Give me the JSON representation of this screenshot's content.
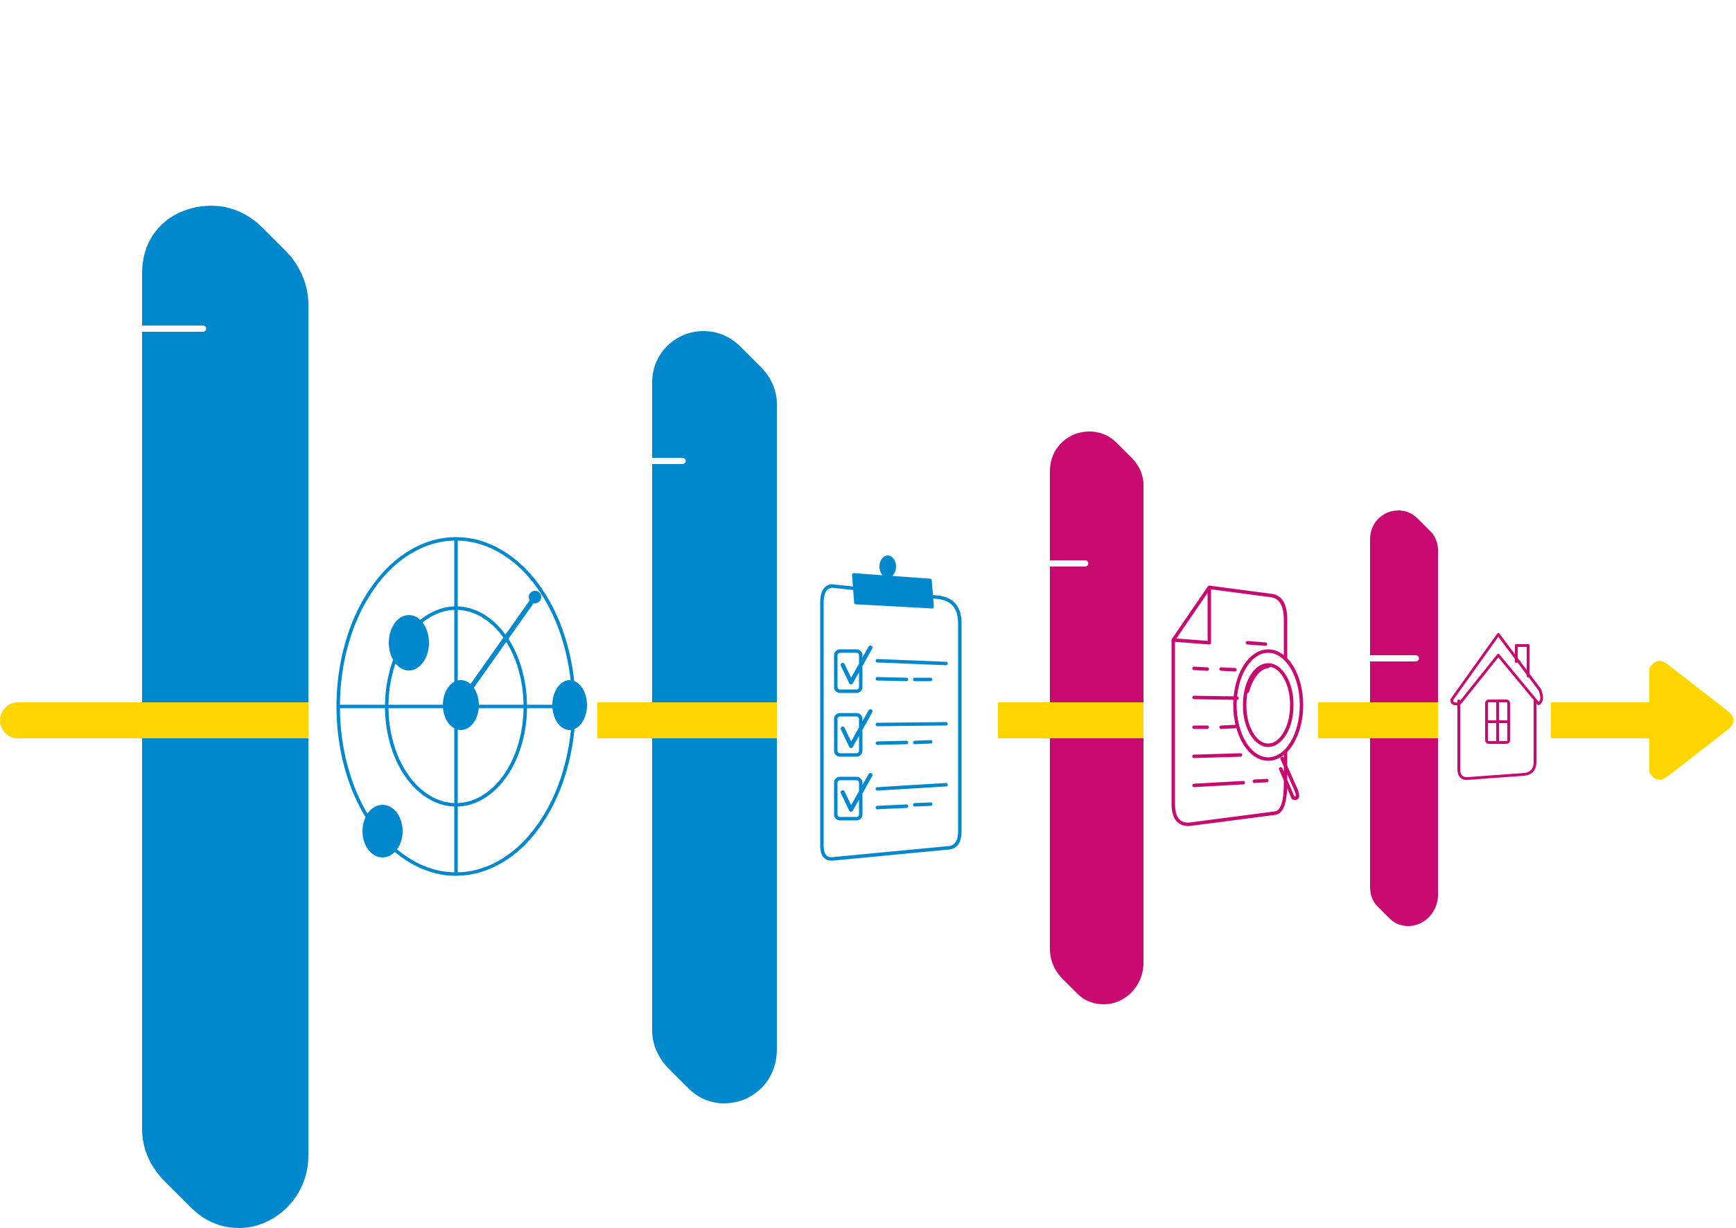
{
  "colors": {
    "blue": "#0288CC",
    "magenta": "#C80A70",
    "yellow": "#FFD500",
    "background": "#FFFFFF",
    "tick": "#FFFFFF"
  },
  "stages": [
    {
      "id": "stage-1",
      "color": "blue",
      "icon": "radar-target-icon"
    },
    {
      "id": "stage-2",
      "color": "blue",
      "icon": "clipboard-checklist-icon"
    },
    {
      "id": "stage-3",
      "color": "magenta",
      "icon": "document-search-icon"
    },
    {
      "id": "stage-4",
      "color": "magenta",
      "icon": "house-icon"
    }
  ],
  "flow": {
    "direction": "left-to-right",
    "end": "arrow-head"
  }
}
